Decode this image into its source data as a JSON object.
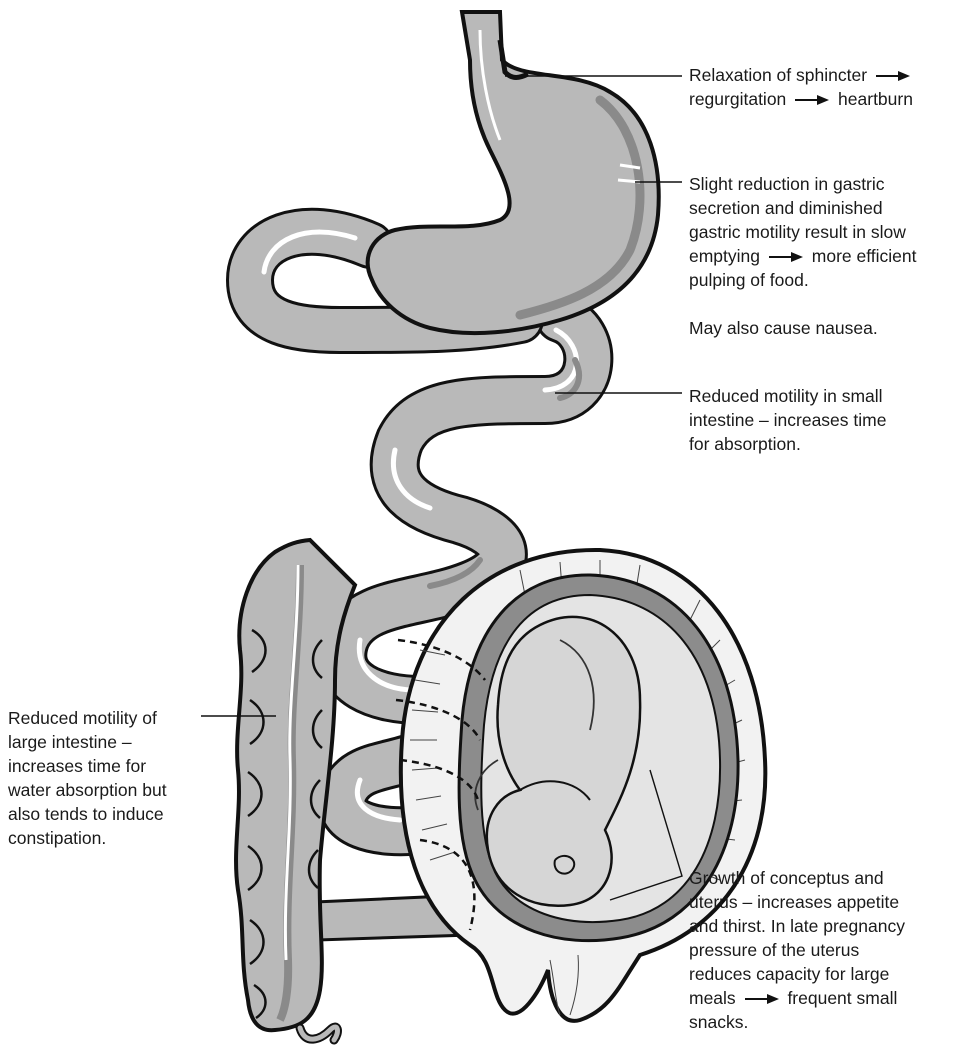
{
  "annotations": {
    "sphincter": {
      "line1_before_arrow": "Relaxation of sphincter",
      "line2_before_arrow": "regurgitation",
      "line2_after_arrow": "heartburn"
    },
    "stomach": {
      "line1": "Slight reduction in gastric",
      "line2": "secretion and diminished",
      "line3": "gastric motility result in slow",
      "line4_before_arrow": "emptying",
      "line4_after_arrow": "more efficient",
      "line5": "pulping of food.",
      "nausea": "May also cause nausea."
    },
    "small_intestine": {
      "line1": "Reduced motility in small",
      "line2": "intestine – increases time",
      "line3": "for absorption."
    },
    "large_intestine": {
      "line1": "Reduced motility of",
      "line2": "large intestine –",
      "line3": "increases time for",
      "line4": "water absorption but",
      "line5": "also tends to induce",
      "line6": "constipation."
    },
    "uterus": {
      "line1": "Growth of conceptus and",
      "line2": "uterus – increases appetite",
      "line3": "and thirst. In late pregnancy",
      "line4": "pressure of the uterus",
      "line5": "reduces capacity for large",
      "line6_before_arrow": "meals",
      "line6_after_arrow": "frequent small",
      "line7": "snacks."
    }
  },
  "colors": {
    "organ_fill": "#b9b9b9",
    "organ_shadow": "#8a8a8a",
    "highlight": "#ffffff",
    "amniotic_dark": "#8c8c8c",
    "fetus_fill": "#d6d6d6",
    "outline": "#111111"
  }
}
